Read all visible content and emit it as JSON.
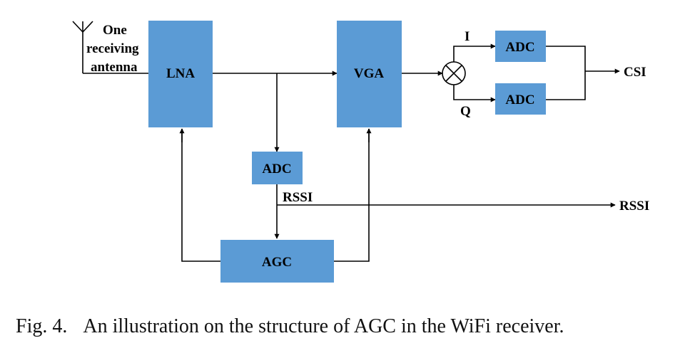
{
  "blocks": {
    "lna": "LNA",
    "vga": "VGA",
    "adc_i": "ADC",
    "adc_q": "ADC",
    "adc_rssi": "ADC",
    "agc": "AGC"
  },
  "antenna": {
    "line1": "One",
    "line2": "receiving",
    "line3": "antenna"
  },
  "signals": {
    "i": "I",
    "q": "Q",
    "csi": "CSI",
    "rssi_inline": "RSSI",
    "rssi_out": "RSSI"
  },
  "caption": {
    "figure": "Fig. 4.",
    "text": "An illustration on the structure of AGC in the WiFi receiver."
  },
  "colors": {
    "block_fill": "#5b9bd5",
    "line": "#000000"
  }
}
